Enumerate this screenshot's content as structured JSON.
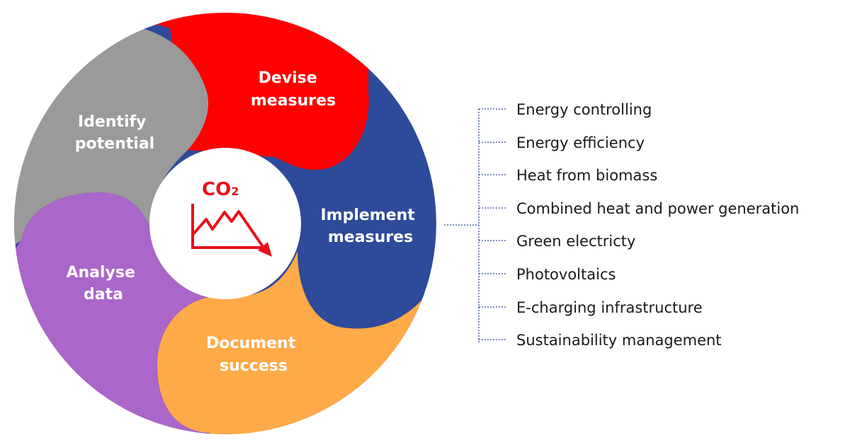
{
  "cycle": {
    "segments": [
      {
        "id": "identify",
        "line1": "Identify",
        "line2": "potential",
        "color": "#9a9a9a"
      },
      {
        "id": "devise",
        "line1": "Devise",
        "line2": "measures",
        "color": "#ff0000"
      },
      {
        "id": "implement",
        "line1": "Implement",
        "line2": "measures",
        "color": "#2e4a9a"
      },
      {
        "id": "document",
        "line1": "Document",
        "line2": "success",
        "color": "#ffaa48"
      },
      {
        "id": "analyse",
        "line1": "Analyse",
        "line2": "data",
        "color": "#aa66c8"
      }
    ],
    "center": {
      "label": "CO",
      "subscript": "2",
      "color": "#e8101c",
      "icon": "declining-emissions-chart-icon"
    }
  },
  "measures": {
    "connector_color": "#2e4a9a",
    "items": [
      "Energy controlling",
      "Energy efficiency",
      "Heat from biomass",
      "Combined heat and power generation",
      "Green electricty",
      "Photovoltaics",
      "E-charging infrastructure",
      "Sustainability management"
    ]
  }
}
